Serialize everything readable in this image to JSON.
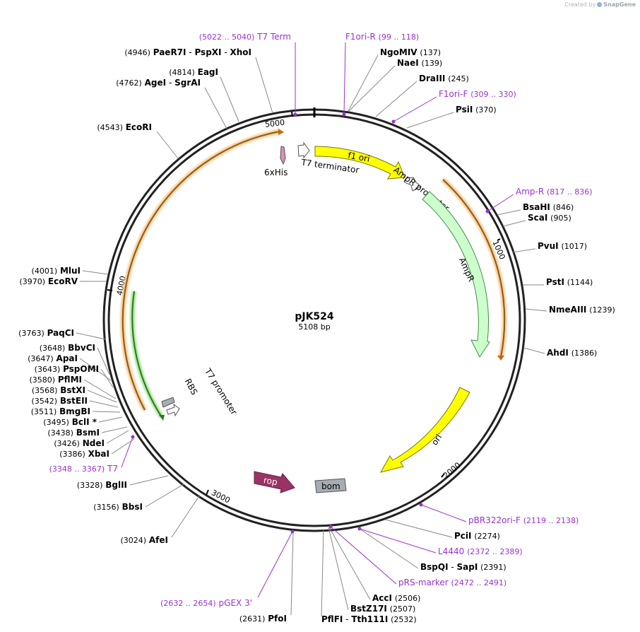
{
  "watermark": {
    "prefix": "Created by",
    "brand": "SnapGene"
  },
  "plasmid": {
    "name": "pJK524",
    "size_label": "5108 bp",
    "length": 5108
  },
  "colors": {
    "enzyme": "#000000",
    "primer": "#9933cc",
    "line": "#888888"
  },
  "ticks": [
    "1000",
    "2000",
    "3000",
    "4000",
    "5000"
  ],
  "features": [
    {
      "label": "f1 ori",
      "color": "#ffff00"
    },
    {
      "label": "AmpR promoter",
      "color": "#ffffff"
    },
    {
      "label": "AmpR",
      "color": "#ccffcc"
    },
    {
      "label": "ori",
      "color": "#ffff00"
    },
    {
      "label": "rop",
      "color": "#993366"
    },
    {
      "label": "bom",
      "color": "#a6acb3"
    },
    {
      "label": "T7 promoter",
      "color": "#ffffff"
    },
    {
      "label": "RBS",
      "color": "#a6acb3"
    },
    {
      "label": "6xHis",
      "color": "#cc99b2"
    },
    {
      "label": "T7 terminator",
      "color": "#ffffff"
    }
  ],
  "labels": [
    {
      "key": "t7term",
      "kind": "primer",
      "pos": "(5022 .. 5040)",
      "name": "T7 Term"
    },
    {
      "key": "f1orir",
      "kind": "primer",
      "name": "F1ori-R",
      "pos": "(99 .. 118)"
    },
    {
      "key": "ngomiv",
      "kind": "enzyme",
      "name": "NgoMIV",
      "pos": "(137)"
    },
    {
      "key": "naei",
      "kind": "enzyme",
      "name": "NaeI",
      "pos": "(139)"
    },
    {
      "key": "draiii",
      "kind": "enzyme",
      "name": "DraIII",
      "pos": "(245)"
    },
    {
      "key": "f1orif",
      "kind": "primer",
      "name": "F1ori-F",
      "pos": "(309 .. 330)"
    },
    {
      "key": "psii",
      "kind": "enzyme",
      "name": "PsiI",
      "pos": "(370)"
    },
    {
      "key": "ampr",
      "kind": "primer",
      "name": "Amp-R",
      "pos": "(817 .. 836)"
    },
    {
      "key": "bsahi",
      "kind": "enzyme",
      "name": "BsaHI",
      "pos": "(846)"
    },
    {
      "key": "scai",
      "kind": "enzyme",
      "name": "ScaI",
      "pos": "(905)"
    },
    {
      "key": "pvui",
      "kind": "enzyme",
      "name": "PvuI",
      "pos": "(1017)"
    },
    {
      "key": "psti",
      "kind": "enzyme",
      "name": "PstI",
      "pos": "(1144)"
    },
    {
      "key": "nmeaiii",
      "kind": "enzyme",
      "name": "NmeAIII",
      "pos": "(1239)"
    },
    {
      "key": "ahdi",
      "kind": "enzyme",
      "name": "AhdI",
      "pos": "(1386)"
    },
    {
      "key": "pbr322",
      "kind": "primer",
      "name": "pBR322ori-F",
      "pos": "(2119 .. 2138)"
    },
    {
      "key": "pcii",
      "kind": "enzyme",
      "name": "PciI",
      "pos": "(2274)"
    },
    {
      "key": "l4440",
      "kind": "primer",
      "name": "L4440",
      "pos": "(2372 .. 2389)"
    },
    {
      "key": "bspqi",
      "kind": "enzyme",
      "name": "BspQI",
      "sep": "-",
      "name2": "SapI",
      "pos": "(2391)"
    },
    {
      "key": "prsmarker",
      "kind": "primer",
      "name": "pRS-marker",
      "pos": "(2472 .. 2491)"
    },
    {
      "key": "acci",
      "kind": "enzyme",
      "name": "AccI",
      "pos": "(2506)"
    },
    {
      "key": "bstz17i",
      "kind": "enzyme",
      "name": "BstZ17I",
      "pos": "(2507)"
    },
    {
      "key": "pflfi",
      "kind": "enzyme",
      "name": "PflFI",
      "sep": "-",
      "name2": "Tth111I",
      "pos": "(2532)"
    },
    {
      "key": "pfoi",
      "kind": "enzyme",
      "pos": "(2631)",
      "name": "PfoI"
    },
    {
      "key": "pgex3",
      "kind": "primer",
      "pos": "(2632 .. 2654)",
      "name": "pGEX 3'"
    },
    {
      "key": "afei",
      "kind": "enzyme",
      "pos": "(3024)",
      "name": "AfeI"
    },
    {
      "key": "bbsi",
      "kind": "enzyme",
      "pos": "(3156)",
      "name": "BbsI"
    },
    {
      "key": "bglii",
      "kind": "enzyme",
      "pos": "(3328)",
      "name": "BglII"
    },
    {
      "key": "t7",
      "kind": "primer",
      "pos": "(3348 .. 3367)",
      "name": "T7"
    },
    {
      "key": "xbai",
      "kind": "enzyme",
      "pos": "(3386)",
      "name": "XbaI"
    },
    {
      "key": "ndei",
      "kind": "enzyme",
      "pos": "(3426)",
      "name": "NdeI"
    },
    {
      "key": "bsmi",
      "kind": "enzyme",
      "pos": "(3438)",
      "name": "BsmI"
    },
    {
      "key": "bcli",
      "kind": "enzyme",
      "pos": "(3495)",
      "name": "BclI *"
    },
    {
      "key": "bmgbi",
      "kind": "enzyme",
      "pos": "(3511)",
      "name": "BmgBI"
    },
    {
      "key": "bsteii",
      "kind": "enzyme",
      "pos": "(3542)",
      "name": "BstEII"
    },
    {
      "key": "bstxi",
      "kind": "enzyme",
      "pos": "(3568)",
      "name": "BstXI"
    },
    {
      "key": "pflmi",
      "kind": "enzyme",
      "pos": "(3580)",
      "name": "PflMI"
    },
    {
      "key": "pspomi",
      "kind": "enzyme",
      "pos": "(3643)",
      "name": "PspOMI"
    },
    {
      "key": "apai",
      "kind": "enzyme",
      "pos": "(3647)",
      "name": "ApaI"
    },
    {
      "key": "bbvci",
      "kind": "enzyme",
      "pos": "(3648)",
      "name": "BbvCI"
    },
    {
      "key": "paqci",
      "kind": "enzyme",
      "pos": "(3763)",
      "name": "PaqCI"
    },
    {
      "key": "ecorv",
      "kind": "enzyme",
      "pos": "(3970)",
      "name": "EcoRV"
    },
    {
      "key": "mlui",
      "kind": "enzyme",
      "pos": "(4001)",
      "name": "MluI"
    },
    {
      "key": "ecori",
      "kind": "enzyme",
      "pos": "(4543)",
      "name": "EcoRI"
    },
    {
      "key": "agei",
      "kind": "enzyme",
      "pos": "(4762)",
      "name": "AgeI",
      "sep": "-",
      "name2": "SgrAI"
    },
    {
      "key": "eagi",
      "kind": "enzyme",
      "pos": "(4814)",
      "name": "EagI"
    },
    {
      "key": "paer7i",
      "kind": "enzyme",
      "pos": "(4946)",
      "name": "PaeR7I",
      "sep": "-",
      "name2": "PspXI",
      "sep2": "-",
      "name3": "XhoI"
    }
  ]
}
